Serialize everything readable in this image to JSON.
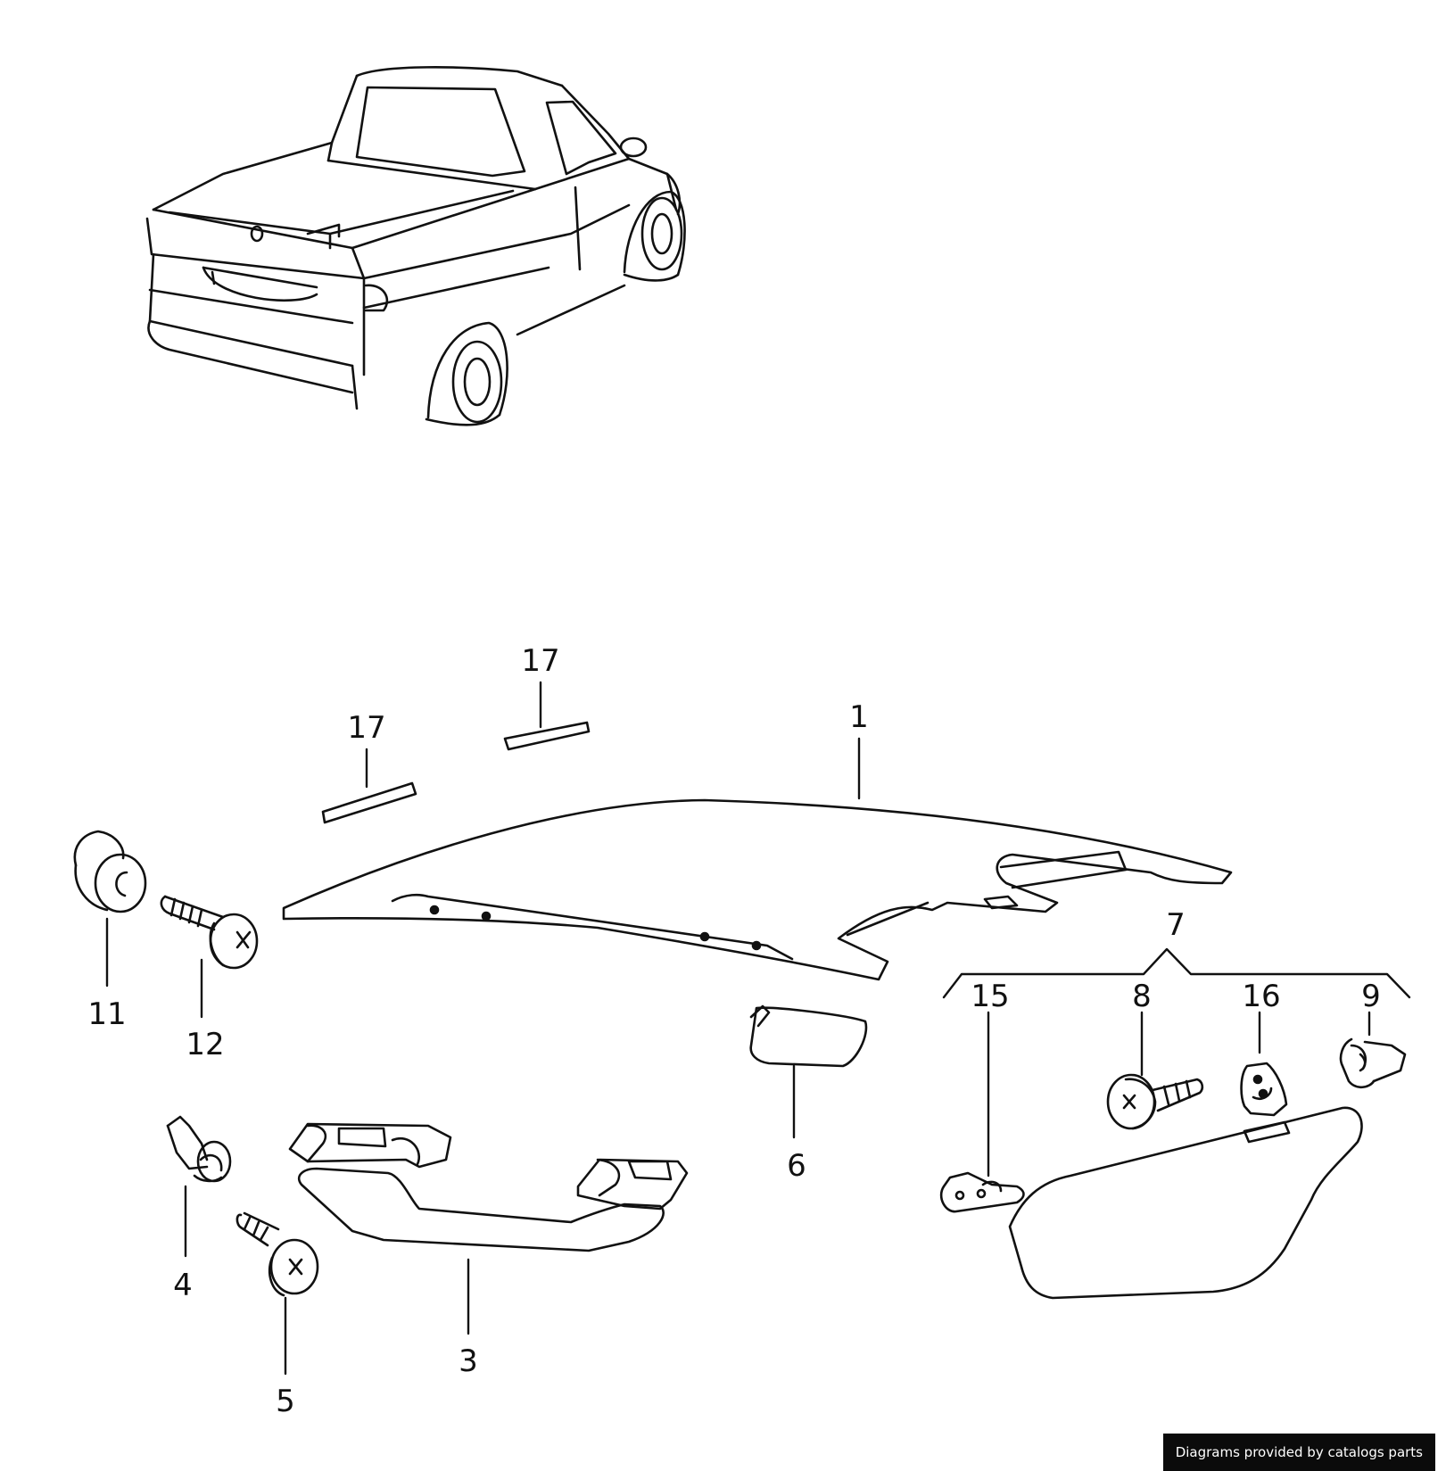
{
  "callouts": {
    "c1": "1",
    "c3": "3",
    "c4": "4",
    "c5": "5",
    "c6": "6",
    "c7": "7",
    "c8": "8",
    "c9": "9",
    "c11": "11",
    "c12": "12",
    "c15": "15",
    "c16": "16",
    "c17a": "17",
    "c17b": "17"
  },
  "footer": {
    "text": "Diagrams provided by catalogs parts"
  },
  "colors": {
    "line": "#111111",
    "background": "#ffffff",
    "footer_bg": "#0b0b0b",
    "footer_text": "#ffffff"
  }
}
